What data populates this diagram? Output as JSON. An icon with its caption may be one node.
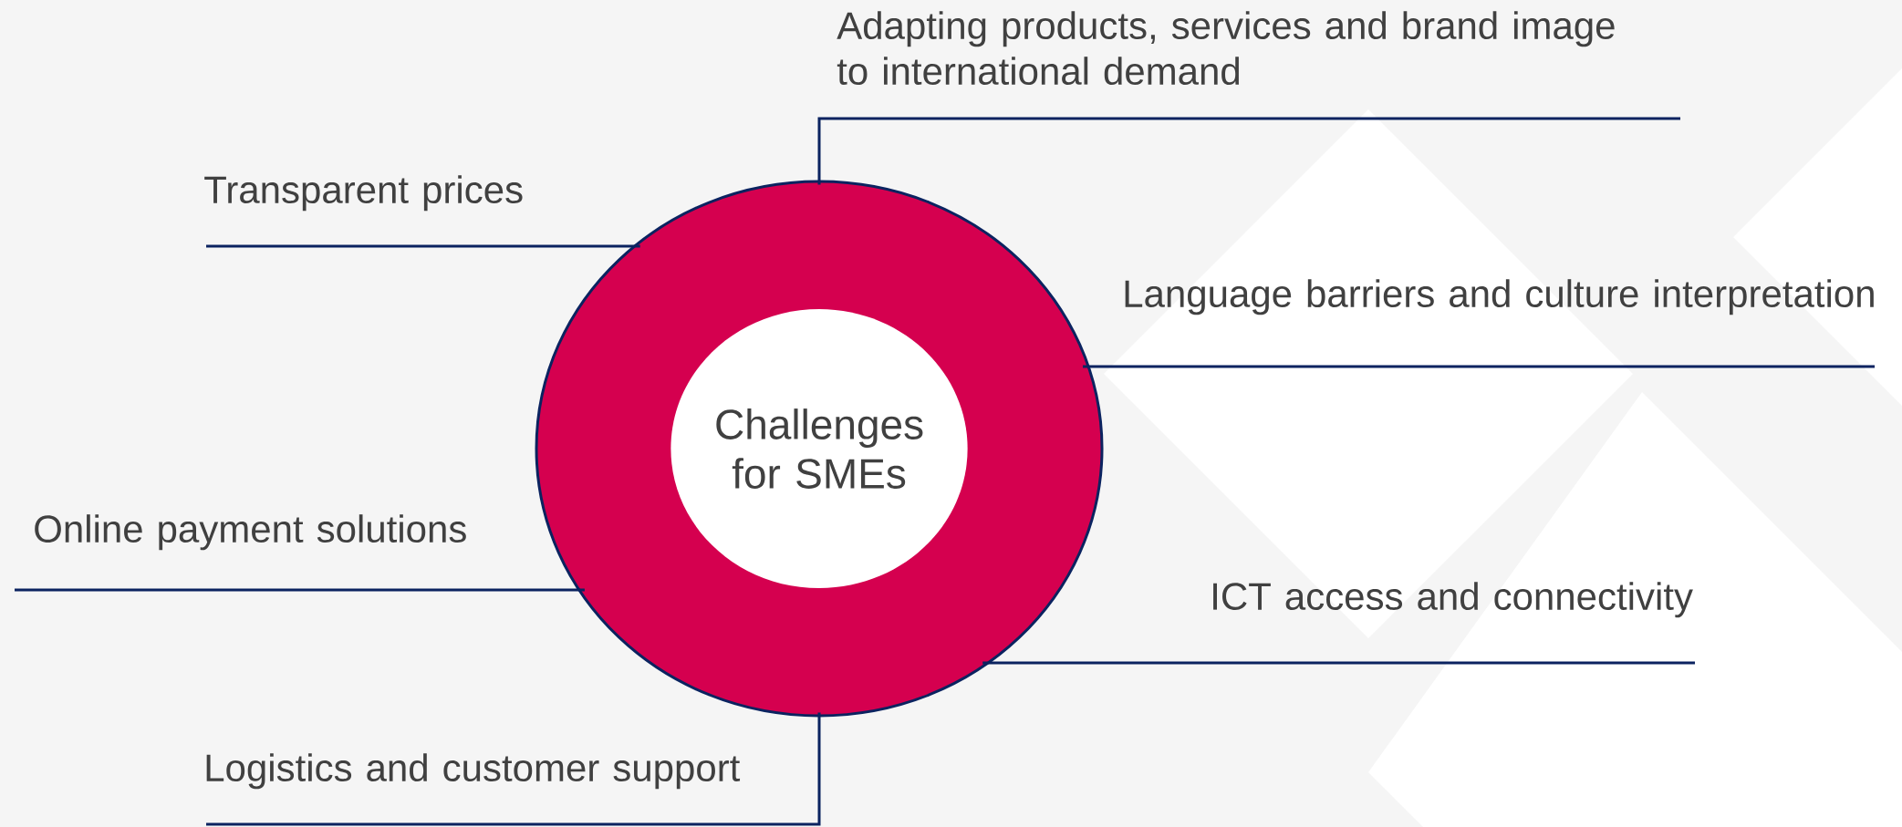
{
  "diagram": {
    "nodes": [
      {
        "text": [],
        "shape": "circle"
      },
      {
        "text": [
          "Challenges for SMEs"
        ],
        "in": 0
      },
      {
        "text": [
          "Adapting products, services and brand image to international demand"
        ]
      },
      {
        "text": [
          "Transparent prices"
        ]
      },
      {
        "text": [
          "Language barriers and culture interpretation"
        ]
      },
      {
        "text": [
          "Online payment solutions"
        ]
      },
      {
        "text": [
          "ICT access and connectivity"
        ]
      },
      {
        "text": [
          "Logistics and customer support"
        ]
      }
    ],
    "edges": [
      {
        "from": 2,
        "to": 0,
        "arrow": "none"
      },
      {
        "from": 3,
        "to": 0,
        "arrow": "none"
      },
      {
        "from": 4,
        "to": 0,
        "arrow": "none"
      },
      {
        "from": 5,
        "to": 0,
        "arrow": "none"
      },
      {
        "from": 6,
        "to": 0,
        "arrow": "none"
      },
      {
        "from": 7,
        "to": 0,
        "arrow": "none"
      }
    ]
  }
}
